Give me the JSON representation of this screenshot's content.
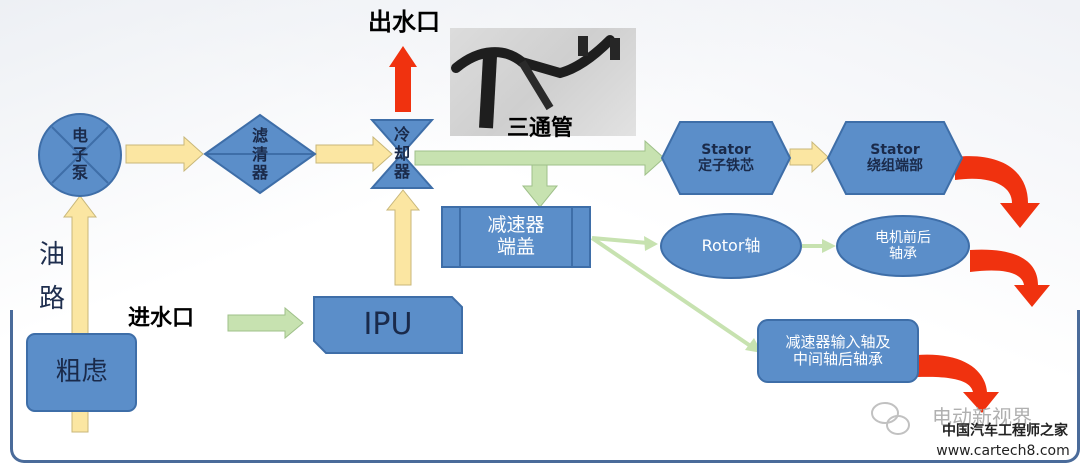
{
  "nodes": {
    "pump": [
      "电",
      "子",
      "泵"
    ],
    "filter": [
      "滤",
      "清",
      "器"
    ],
    "cooler": [
      "冷",
      "却",
      "器"
    ],
    "outlet": "出水口",
    "tee": "三通管",
    "stator_core": [
      "Stator",
      "定子铁芯"
    ],
    "stator_winding": [
      "Stator",
      "绕组端部"
    ],
    "reducer_cover": [
      "减速器",
      "端盖"
    ],
    "rotor_shaft": "Rotor轴",
    "motor_bearing": [
      "电机前后",
      "轴承"
    ],
    "reducer_shaft": [
      "减速器输入轴及",
      "中间轴后轴承"
    ],
    "ipu": "IPU",
    "inlet": "进水口",
    "oil_path": [
      "油",
      "路"
    ],
    "strainer": "粗虑"
  },
  "watermark": {
    "brand": "电动新视界",
    "site_cn": "中国汽车工程师之家",
    "site_url": "www.cartech8.com"
  },
  "colors": {
    "node_blue": "#5b8ec9",
    "node_stroke": "#3e6ea8",
    "yellow_arrow": "#fbe6a2",
    "green_arrow": "#c7e2b0",
    "red_arrow": "#f0320f",
    "text_dark": "#1a2a4a"
  }
}
